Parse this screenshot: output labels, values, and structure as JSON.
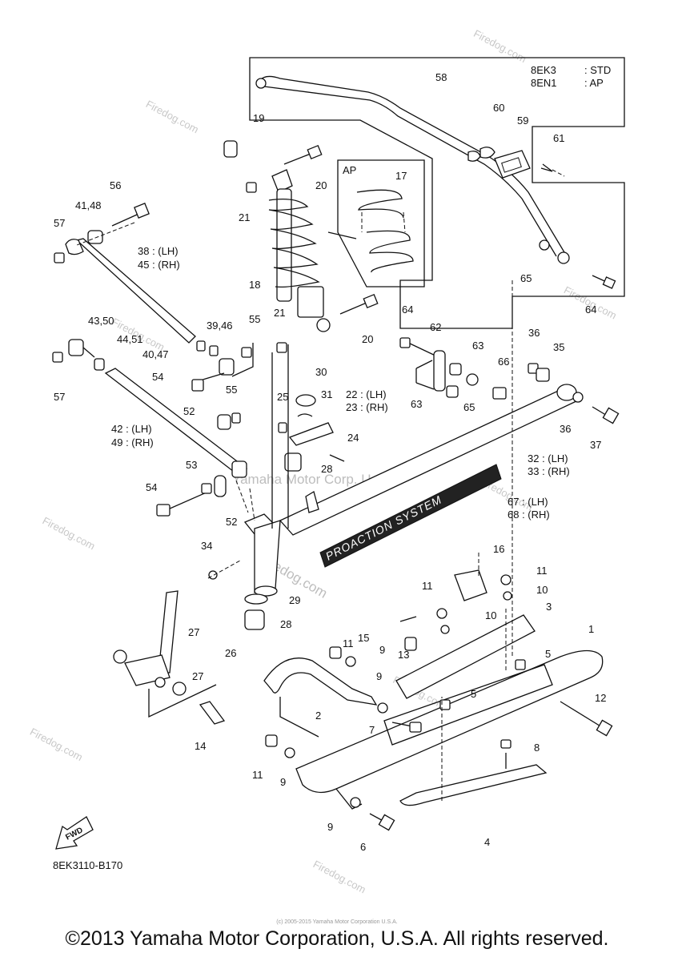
{
  "legend": {
    "row1_code": "8EK3",
    "row1_desc": ": STD",
    "row2_code": "8EN1",
    "row2_desc": ": AP"
  },
  "inset_label": "AP",
  "watermark_text": "Firedog.com",
  "center_watermark": "Yamaha Motor Corp. U.S.A.",
  "center_watermark_2": "edog.com",
  "decal_text": "PROACTION SYSTEM",
  "fwd_label": "FWD",
  "diagram_code": "8EK3110-B170",
  "copyright": "©2013 Yamaha Motor Corporation, U.S.A. All rights reserved.",
  "tiny_copyright": "(c) 2005-2015 Yamaha Motor Corporation U.S.A.",
  "parts": {
    "p58": "58",
    "p60": "60",
    "p59": "59",
    "p61": "61",
    "p19": "19",
    "p20a": "20",
    "p21a": "21",
    "p17": "17",
    "p56": "56",
    "p41_48": "41,48",
    "p57a": "57",
    "p38": "38 : (LH)",
    "p45": "45 : (RH)",
    "p18": "18",
    "p65a": "65",
    "p64a": "64",
    "p64b": "64",
    "p21b": "21",
    "p20b": "20",
    "p43_50": "43,50",
    "p44_51": "44,51",
    "p39_46": "39,46",
    "p55a": "55",
    "p40_47": "40,47",
    "p62": "62",
    "p63a": "63",
    "p36a": "36",
    "p35": "35",
    "p66": "66",
    "p57b": "57",
    "p54a": "54",
    "p30": "30",
    "p55b": "55",
    "p25": "25",
    "p31": "31",
    "p22": "22 : (LH)",
    "p23": "23 : (RH)",
    "p63b": "63",
    "p65b": "65",
    "p36b": "36",
    "p37": "37",
    "p52a": "52",
    "p42": "42 : (LH)",
    "p49": "49 : (RH)",
    "p24": "24",
    "p28a": "28",
    "p32": "32 : (LH)",
    "p33": "33 : (RH)",
    "p53": "53",
    "p54b": "54",
    "p52b": "52",
    "p67": "67 : (LH)",
    "p68": "68 : (RH)",
    "p34": "34",
    "p16": "16",
    "p11a": "11",
    "p11b": "11",
    "p10a": "10",
    "p29": "29",
    "p28b": "28",
    "p3": "3",
    "p10b": "10",
    "p27a": "27",
    "p26": "26",
    "p11c": "11",
    "p15": "15",
    "p13": "13",
    "p9a": "9",
    "p1": "1",
    "p5a": "5",
    "p27b": "27",
    "p9b": "9",
    "p2": "2",
    "p5b": "5",
    "p12": "12",
    "p7": "7",
    "p14": "14",
    "p8": "8",
    "p11d": "11",
    "p9c": "9",
    "p9d": "9",
    "p6": "6",
    "p4": "4"
  }
}
